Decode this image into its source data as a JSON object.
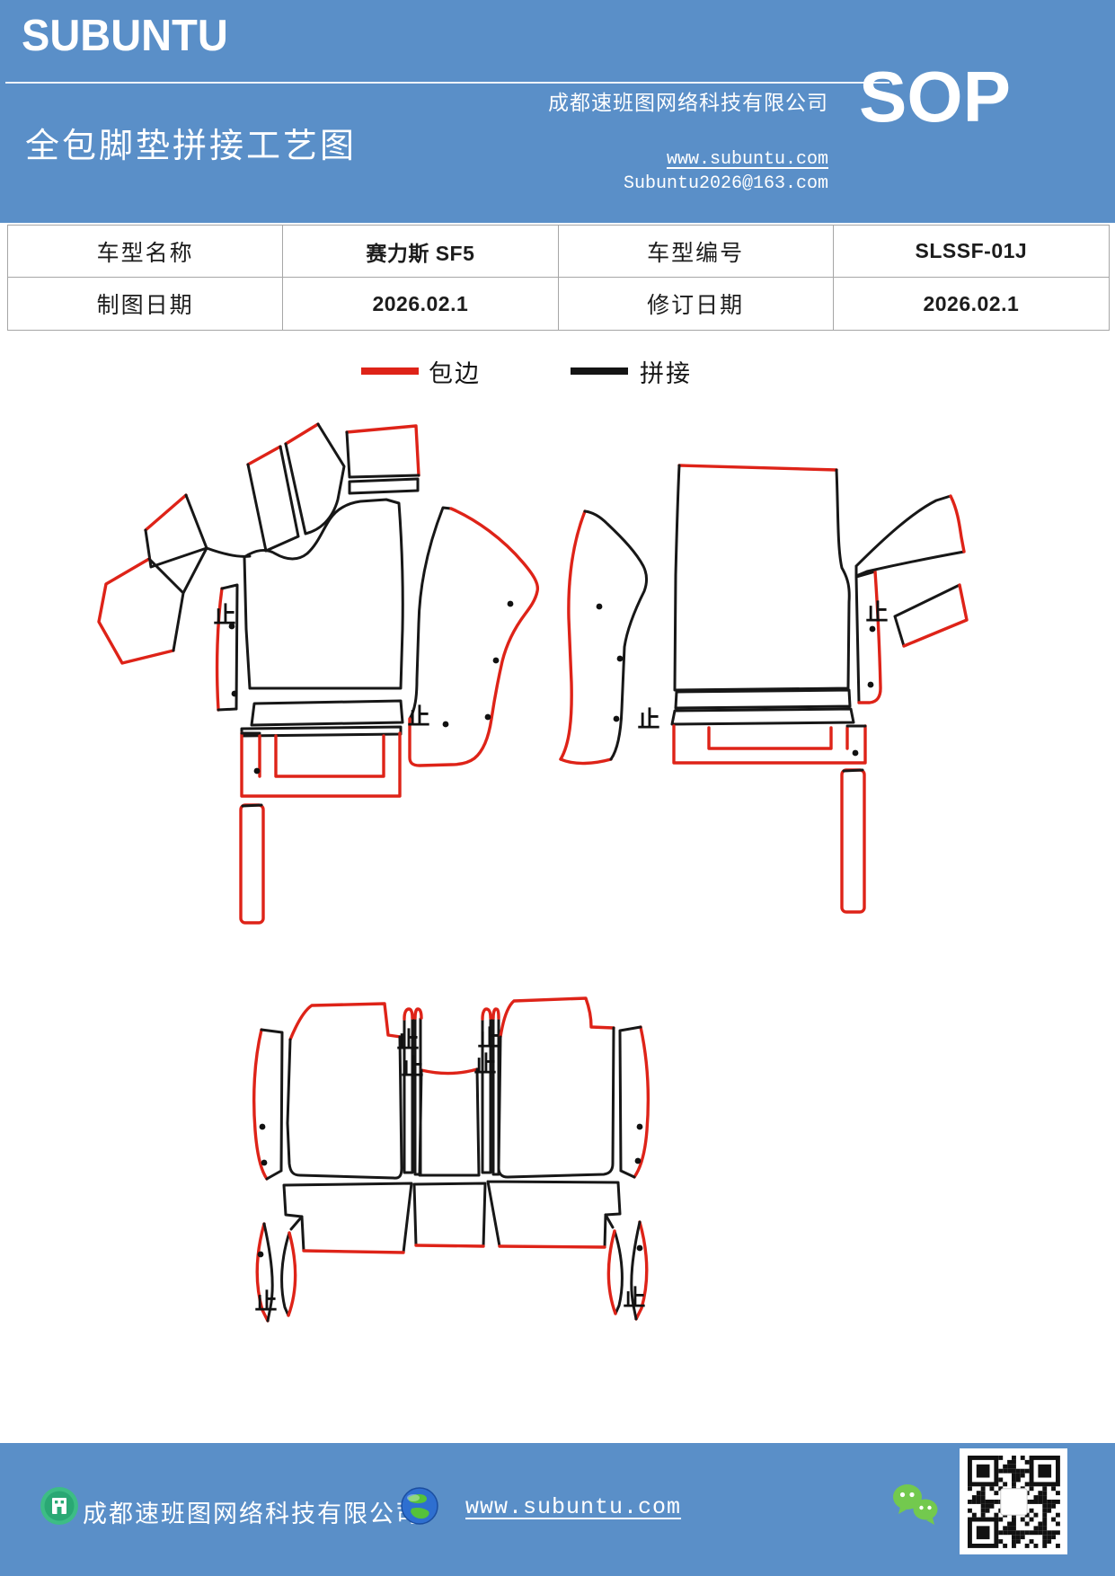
{
  "header": {
    "logo": "SUBUNTU",
    "company": "成都速班图网络科技有限公司",
    "title": "全包脚垫拼接工艺图",
    "sop": "SOP",
    "website": "www.subuntu.com",
    "email": "Subuntu2026@163.com",
    "bg_color": "#5a8fc8"
  },
  "info_table": {
    "rows": [
      [
        "车型名称",
        "赛力斯 SF5",
        "车型编号",
        "SLSSF-01J"
      ],
      [
        "制图日期",
        "2026.02.1",
        "修订日期",
        "2026.02.1"
      ]
    ]
  },
  "legend": {
    "items": [
      {
        "label": "包边",
        "color": "#de2318"
      },
      {
        "label": "拼接",
        "color": "#141414"
      }
    ]
  },
  "diagram": {
    "stop_mark": "止",
    "edge_color": "#de2318",
    "seam_color": "#171717"
  },
  "footer": {
    "company": "成都速班图网络科技有限公司",
    "website": "www.subuntu.com",
    "bg_color": "#5a8fc8"
  }
}
